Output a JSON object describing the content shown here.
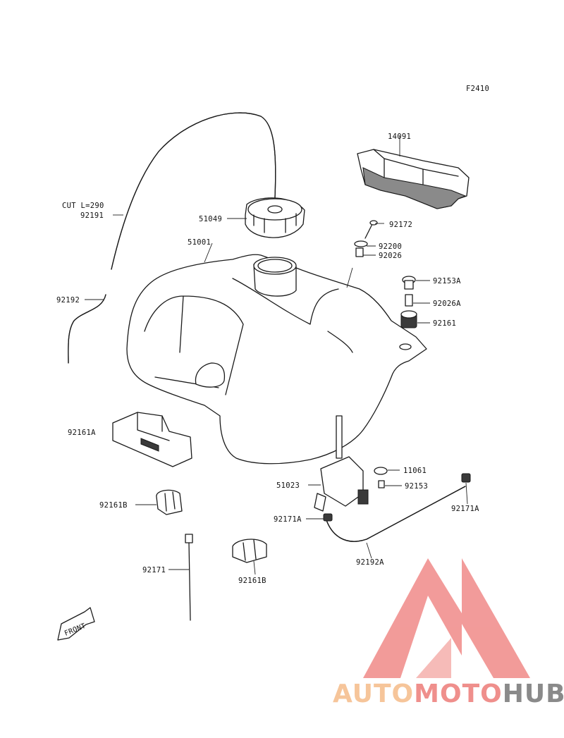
{
  "diagram": {
    "ref_code": "F2410",
    "front_arrow_text": "FRONT",
    "parts": [
      {
        "id": "cut",
        "label": "CUT L=290"
      },
      {
        "id": "p92191",
        "label": "92191"
      },
      {
        "id": "p14091",
        "label": "14091"
      },
      {
        "id": "p51049",
        "label": "51049"
      },
      {
        "id": "p92172",
        "label": "92172"
      },
      {
        "id": "p51001",
        "label": "51001"
      },
      {
        "id": "p92200",
        "label": "92200"
      },
      {
        "id": "p92026",
        "label": "92026"
      },
      {
        "id": "p92153A",
        "label": "92153A"
      },
      {
        "id": "p92192",
        "label": "92192"
      },
      {
        "id": "p92026A",
        "label": "92026A"
      },
      {
        "id": "p92161",
        "label": "92161"
      },
      {
        "id": "p92161A",
        "label": "92161A"
      },
      {
        "id": "p11061",
        "label": "11061"
      },
      {
        "id": "p51023",
        "label": "51023"
      },
      {
        "id": "p92153",
        "label": "92153"
      },
      {
        "id": "p92161B_1",
        "label": "92161B"
      },
      {
        "id": "p92171A_1",
        "label": "92171A"
      },
      {
        "id": "p92171A_2",
        "label": "92171A"
      },
      {
        "id": "p92192A",
        "label": "92192A"
      },
      {
        "id": "p92171",
        "label": "92171"
      },
      {
        "id": "p92161B_2",
        "label": "92161B"
      }
    ]
  },
  "watermark": {
    "part1": "AUTO",
    "part2": "MOTO",
    "part3": "HUB",
    "colors": {
      "auto": "#f6c59a",
      "moto": "#ef8f8c",
      "hub": "#8a8a8a",
      "logo": "#f08a88"
    }
  }
}
